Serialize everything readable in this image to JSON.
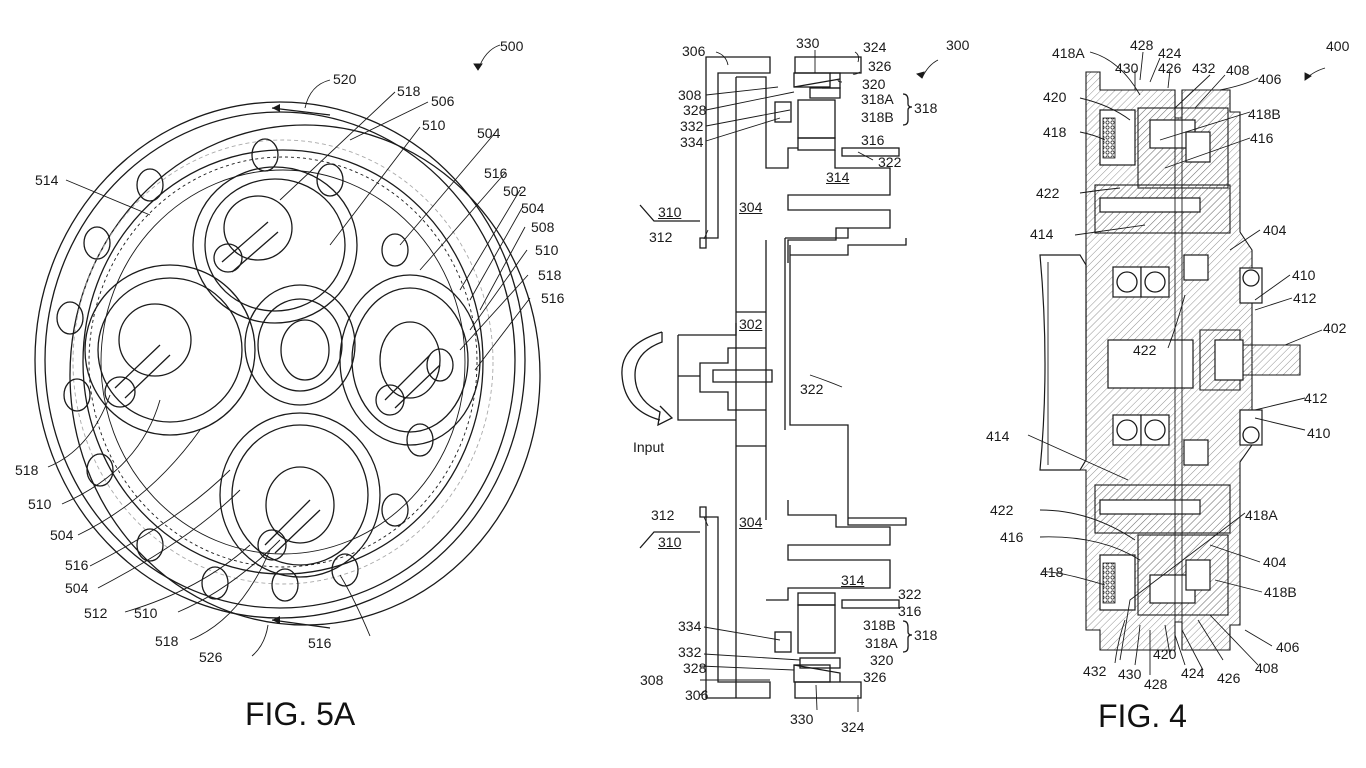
{
  "figures": {
    "fig5a": {
      "caption": "FIG. 5A",
      "ref": "500",
      "labels": {
        "l520": "520",
        "l518a": "518",
        "l506": "506",
        "l510a": "510",
        "l504a": "504",
        "l514": "514",
        "l516a": "516",
        "l502": "502",
        "l504b": "504",
        "l508": "508",
        "l510b": "510",
        "l518b": "518",
        "l516b": "516",
        "l518c": "518",
        "l510c": "510",
        "l504c": "504",
        "l516c": "516",
        "l504d": "504",
        "l512": "512",
        "l510d": "510",
        "l518d": "518",
        "l526": "526",
        "l516d": "516"
      }
    },
    "fig3": {
      "ref": "300",
      "input_label": "Input",
      "labels": {
        "t306": "306",
        "t330": "330",
        "t324": "324",
        "t326": "326",
        "t320": "320",
        "t308": "308",
        "t318A": "318A",
        "t318": "318",
        "t328": "328",
        "t332": "332",
        "t318B": "318B",
        "t334": "334",
        "t316": "316",
        "t322": "322",
        "t314": "314",
        "t310": "310",
        "t304": "304",
        "t312": "312",
        "t302": "302",
        "m322": "322",
        "b312": "312",
        "b304": "304",
        "b310": "310",
        "b314": "314",
        "b322": "322",
        "b316": "316",
        "b334": "334",
        "b318B": "318B",
        "b318": "318",
        "b332": "332",
        "b318A": "318A",
        "b320": "320",
        "b328": "328",
        "b326": "326",
        "b308": "308",
        "b306": "306",
        "b330": "330",
        "b324": "324"
      }
    },
    "fig4": {
      "caption": "FIG. 4",
      "ref": "400",
      "labels": {
        "a418A": "418A",
        "a428": "428",
        "a424": "424",
        "a430": "430",
        "a426": "426",
        "a432": "432",
        "a408": "408",
        "a406": "406",
        "a420": "420",
        "a418B": "418B",
        "a418": "418",
        "a416": "416",
        "a422": "422",
        "a414": "414",
        "a404": "404",
        "a410": "410",
        "a412": "412",
        "a402": "402",
        "m422": "422",
        "b412": "412",
        "b410": "410",
        "b414": "414",
        "b422": "422",
        "b418A": "418A",
        "b416": "416",
        "b404": "404",
        "b418": "418",
        "b418B": "418B",
        "b406": "406",
        "b432": "432",
        "b420": "420",
        "b408": "408",
        "b430": "430",
        "b424": "424",
        "b426": "426",
        "b428": "428"
      }
    }
  }
}
